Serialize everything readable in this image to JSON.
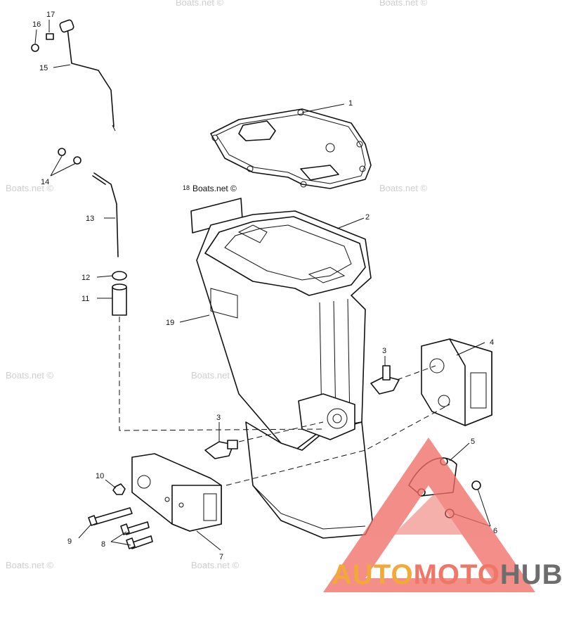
{
  "diagram": {
    "callouts": {
      "p1": "1",
      "p2": "2",
      "p3a": "3",
      "p3b": "3",
      "p4": "4",
      "p5": "5",
      "p6": "6",
      "p7": "7",
      "p8": "8",
      "p9": "9",
      "p10": "10",
      "p11": "11",
      "p12": "12",
      "p13": "13",
      "p14": "14",
      "p15": "15",
      "p16": "16",
      "p17": "17",
      "p18": "18",
      "p19": "19"
    },
    "decal_text": "Boats.net ©"
  },
  "watermarks": [
    "Boats.net ©",
    "Boats.net ©",
    "Boats.net ©",
    "Boats.net ©",
    "Boats.net ©",
    "Boats.net ©",
    "Boats.net ©",
    "Boats.net ©"
  ],
  "logo": {
    "part1": "AUTO",
    "part2": "MOTO",
    "part3": "HUB",
    "colors": {
      "orange": "#f2a93a",
      "salmon": "#ee7767",
      "gray": "#6d6d6d",
      "triangle": "#ef6f66"
    }
  }
}
